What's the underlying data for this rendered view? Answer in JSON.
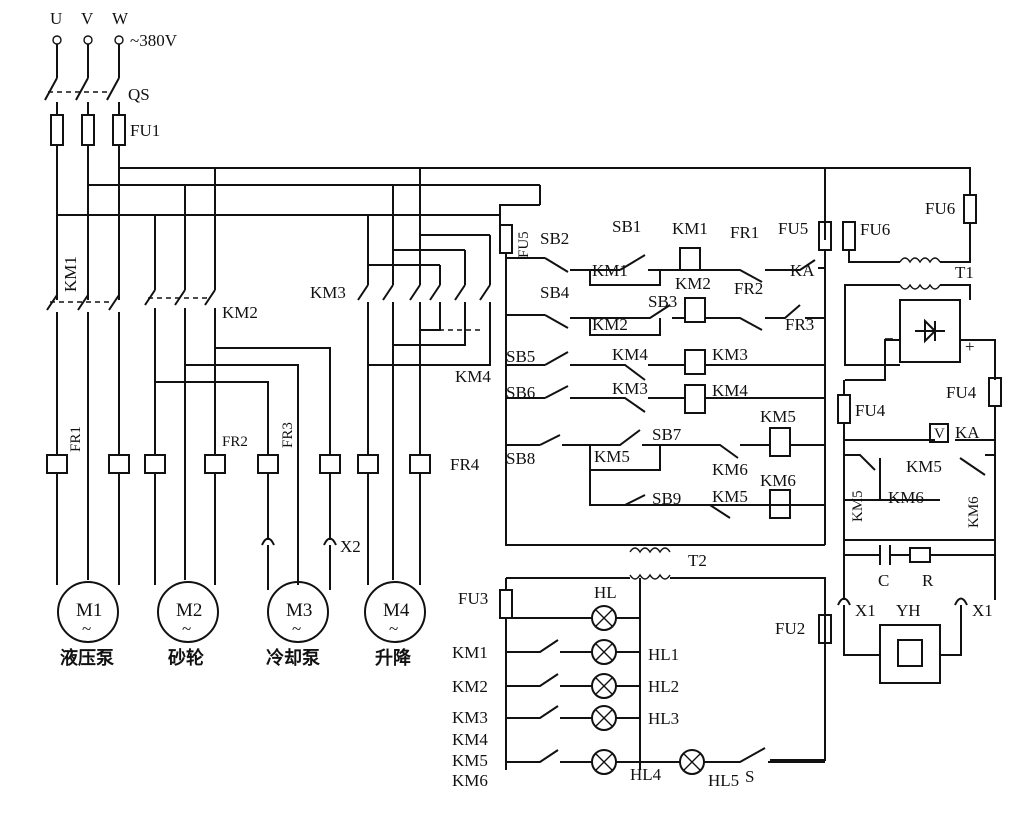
{
  "supply": {
    "phase_u": "U",
    "phase_v": "V",
    "phase_w": "W",
    "voltage": "~380V"
  },
  "devices": {
    "qs": "QS",
    "fu1": "FU1",
    "fu2": "FU2",
    "fu3": "FU3",
    "fu4": "FU4",
    "fu5": "FU5",
    "fu6": "FU6",
    "km1": "KM1",
    "km2": "KM2",
    "km3": "KM3",
    "km4": "KM4",
    "km5": "KM5",
    "km6": "KM6",
    "ka": "KA",
    "fr1": "FR1",
    "fr2": "FR2",
    "fr3": "FR3",
    "fr4": "FR4",
    "sb1": "SB1",
    "sb2": "SB2",
    "sb3": "SB3",
    "sb4": "SB4",
    "sb5": "SB5",
    "sb6": "SB6",
    "sb7": "SB7",
    "sb8": "SB8",
    "sb9": "SB9",
    "t1": "T1",
    "t2": "T2",
    "x1": "X1",
    "x2": "X2",
    "yh": "YH",
    "cap": "C",
    "res": "R",
    "switch_s": "S",
    "hl": "HL",
    "hl1": "HL1",
    "hl2": "HL2",
    "hl3": "HL3",
    "hl4": "HL4",
    "hl5": "HL5",
    "v": "V",
    "plus": "+",
    "minus": "−"
  },
  "motors": [
    {
      "id": "M1",
      "name": "液压泵"
    },
    {
      "id": "M2",
      "name": "砂轮"
    },
    {
      "id": "M3",
      "name": "冷却泵"
    },
    {
      "id": "M4",
      "name": "升降"
    }
  ],
  "motor_symbol": "~",
  "lamp_labels": {
    "km1": "KM1",
    "km2": "KM2",
    "km3": "KM3",
    "km4": "KM4",
    "km5": "KM5",
    "km6": "KM6"
  }
}
